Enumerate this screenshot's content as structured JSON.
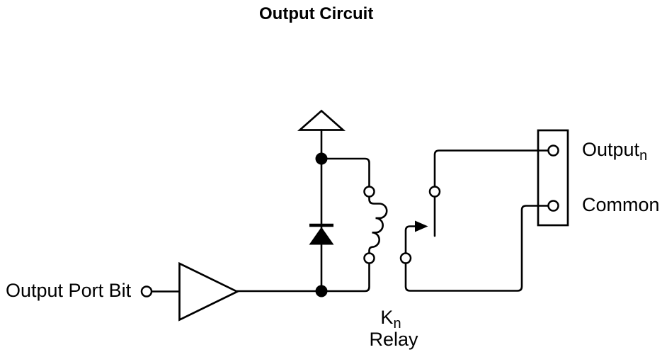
{
  "title": "Output Circuit",
  "colors": {
    "ink": "#000000",
    "background": "#ffffff"
  },
  "labels": {
    "input_port": "Output Port Bit",
    "output_terminal_main": "Output",
    "output_terminal_sub": "n",
    "common_terminal": "Common",
    "relay_designator_main": "K",
    "relay_designator_sub": "n",
    "relay_caption": "Relay"
  },
  "symbols": {
    "power": "power-rail-triangle-icon",
    "driver": "buffer-driver-icon",
    "diode": "flyback-diode-icon",
    "coil": "relay-coil-icon",
    "contact": "relay-contact-arrow-icon",
    "terminal_block": "terminal-block-icon",
    "junctions": "junction-dot-icon",
    "pins": "pin-circle-icon"
  }
}
